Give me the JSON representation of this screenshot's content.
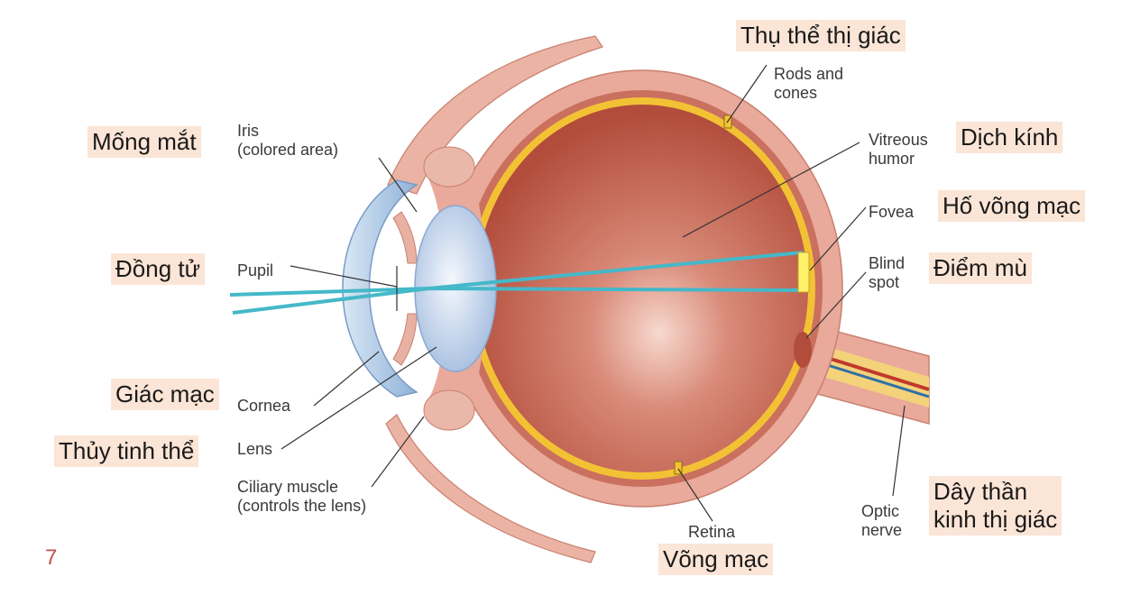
{
  "diagram": {
    "english_labels": {
      "iris": [
        "Iris",
        "(colored area)"
      ],
      "pupil": [
        "Pupil"
      ],
      "cornea": [
        "Cornea"
      ],
      "lens": [
        "Lens"
      ],
      "ciliary": [
        "Ciliary muscle",
        "(controls the lens)"
      ],
      "rods": [
        "Rods and",
        "cones"
      ],
      "vitreous": [
        "Vitreous",
        "humor"
      ],
      "fovea": [
        "Fovea"
      ],
      "blind": [
        "Blind",
        "spot"
      ],
      "retina": [
        "Retina"
      ],
      "optic": [
        "Optic",
        "nerve"
      ]
    },
    "vietnamese_labels": {
      "mong_mat": "Mống mắt",
      "dong_tu": "Đồng tử",
      "giac_mac": "Giác mạc",
      "thuy_tinh_the": "Thủy tinh thể",
      "thu_the": "Thụ thể thị giác",
      "dich_kinh": "Dịch kính",
      "ho_vong_mac": "Hố võng mạc",
      "diem_mu": "Điểm mù",
      "day_than_kinh": [
        "Dây thần",
        "kinh thị giác"
      ],
      "vong_mac": "Võng mạc"
    },
    "page_number": "7",
    "colors": {
      "sclera": "#e9a99b",
      "choroid": "#c9705f",
      "retina": "#f3c234",
      "vitreous": "#b95542",
      "cornea": "#b9d3ea",
      "lens": "#c4d6ee",
      "light_ray": "#45b8c9",
      "label_bg": "#fbe5d6"
    }
  }
}
